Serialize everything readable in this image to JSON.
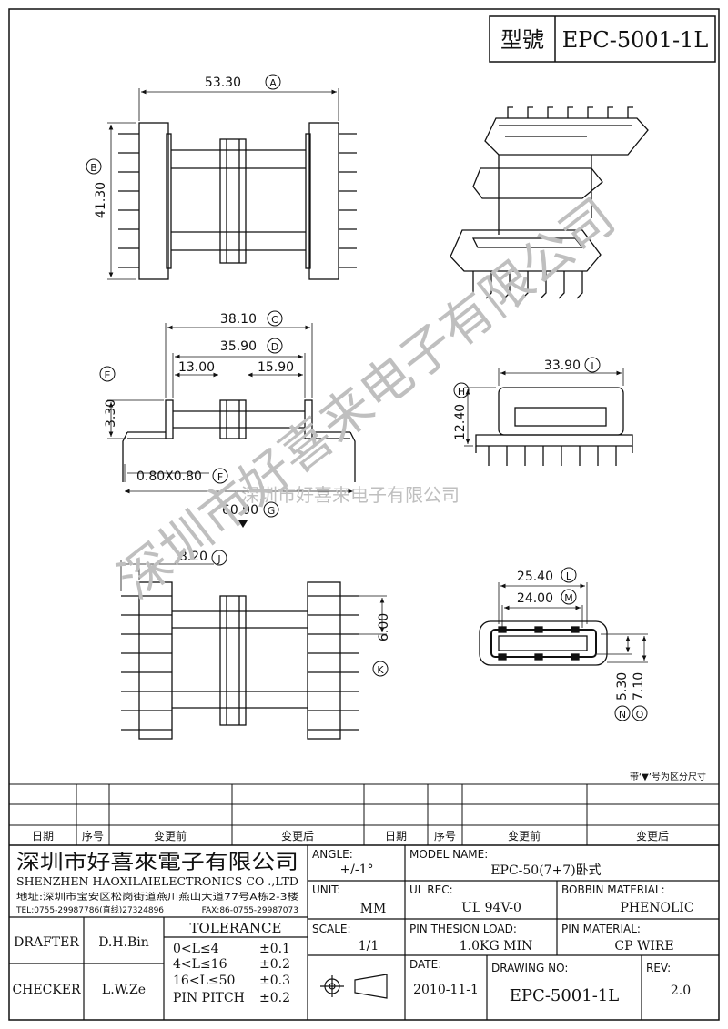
{
  "header": {
    "model_label": "型號",
    "model_value": "EPC-5001-1L"
  },
  "watermark": {
    "diagonal": "深圳市好喜来电子有限公司",
    "horizontal": "深圳市好喜来电子有限公司"
  },
  "dimensions": {
    "A": "53.30",
    "B": "41.30",
    "C": "38.10",
    "D": "35.90",
    "D1": "13.00",
    "D2": "15.90",
    "E": "3.30",
    "F": "0.80X0.80",
    "G": "60.00",
    "H": "12.40",
    "I": "33.90",
    "J": "8.20",
    "K": "6.00",
    "L": "25.40",
    "M": "24.00",
    "N": "5.30",
    "O": "7.10"
  },
  "note": "带‘▼’号为区分尺寸",
  "revision_header": {
    "date": "日期",
    "seq": "序号",
    "before": "变更前",
    "after": "变更后"
  },
  "company": {
    "name_cn": "深圳市好喜來電子有限公司",
    "name_en": "SHENZHEN HAOXILAIELECTRONICS CO .,LTD",
    "address": "地址:深圳市宝安区松岗街道燕川燕山大道77号A栋2-3楼",
    "tel": "TEL:0755-29987786(直线)27324896",
    "fax": "FAX:86-0755-29987073"
  },
  "title_block": {
    "angle_label": "ANGLE:",
    "angle_value": "+/-1°",
    "model_name_label": "MODEL NAME:",
    "model_name_value": "EPC-50(7+7)卧式",
    "unit_label": "UNIT:",
    "unit_value": "MM",
    "ul_rec_label": "UL REC:",
    "ul_rec_value": "UL 94V-0",
    "bobbin_material_label": "BOBBIN MATERIAL:",
    "bobbin_material_value": "PHENOLIC",
    "scale_label": "SCALE:",
    "scale_value": "1/1",
    "pin_load_label": "PIN THESION LOAD:",
    "pin_load_value": "1.0KG MIN",
    "pin_material_label": "PIN MATERIAL:",
    "pin_material_value": "CP  WIRE",
    "date_label": "DATE:",
    "date_value": "2010-11-1",
    "drawing_no_label": "DRAWING NO:",
    "drawing_no_value": "EPC-5001-1L",
    "rev_label": "REV:",
    "rev_value": "2.0"
  },
  "people": {
    "drafter_label": "DRAFTER",
    "drafter_value": "D.H.Bin",
    "checker_label": "CHECKER",
    "checker_value": "L.W.Ze"
  },
  "tolerance": {
    "title": "TOLERANCE",
    "rows": [
      {
        "range": "0<L≤4",
        "value": "±0.1"
      },
      {
        "range": "4<L≤16",
        "value": "±0.2"
      },
      {
        "range": "16<L≤50",
        "value": "±0.3"
      },
      {
        "range": "PIN PITCH",
        "value": "±0.2"
      }
    ]
  },
  "colors": {
    "line": "#111111",
    "watermark": "#bfbfbf",
    "background": "#ffffff"
  }
}
